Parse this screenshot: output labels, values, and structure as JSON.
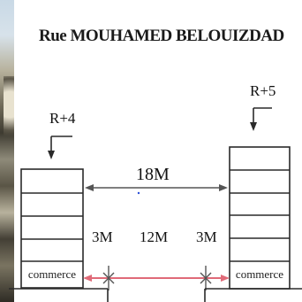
{
  "street_name": "Rue MOUHAMED BELOUIZDAD",
  "buildings": {
    "left": {
      "levels_label": "R+4",
      "ground_label": "commerce",
      "upper_floors": 4
    },
    "right": {
      "levels_label": "R+5",
      "ground_label": "commerce",
      "upper_floors": 5
    }
  },
  "dimensions": {
    "total_width": "18M",
    "sidewalk_left": "3M",
    "carriageway": "12M",
    "sidewalk_right": "3M"
  },
  "colors": {
    "lines": "#2a2a2a",
    "dimension_line": "#e06a78",
    "dimension_arrow": "#444444"
  }
}
